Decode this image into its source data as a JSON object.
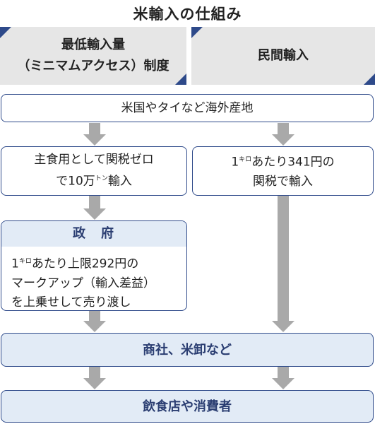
{
  "title": "米輸入の仕組み",
  "headers": {
    "left_line1": "最低輸入量",
    "left_line2": "（ミニマムアクセス）制度",
    "right": "民間輸入"
  },
  "source_box": "米国やタイなど海外産地",
  "left_box": {
    "line1": "主食用として関税ゼロ",
    "line2_pre": "で10万",
    "line2_unit": "ト",
    "line2_unit2": "ン",
    "line2_post": "輸入"
  },
  "right_box": {
    "line1_pre": "1",
    "line1_unit": "キ",
    "line1_unit2": "ロ",
    "line1_post": "あたり341円の",
    "line2": "関税で輸入"
  },
  "gov_box": {
    "head": "政　府",
    "line1_pre": "1",
    "line1_unit": "キ",
    "line1_unit2": "ロ",
    "line1_post": "あたり上限292円の",
    "line2": "マークアップ（輸入差益）",
    "line3": "を上乗せして売り渡し"
  },
  "trading_box": "商社、米卸など",
  "consumer_box": "飲食店や消費者",
  "colors": {
    "accent": "#2e4a8a",
    "header_bg": "#e6e6e6",
    "box_fill": "#e2ebf6",
    "arrow": "#a9a9a9"
  }
}
